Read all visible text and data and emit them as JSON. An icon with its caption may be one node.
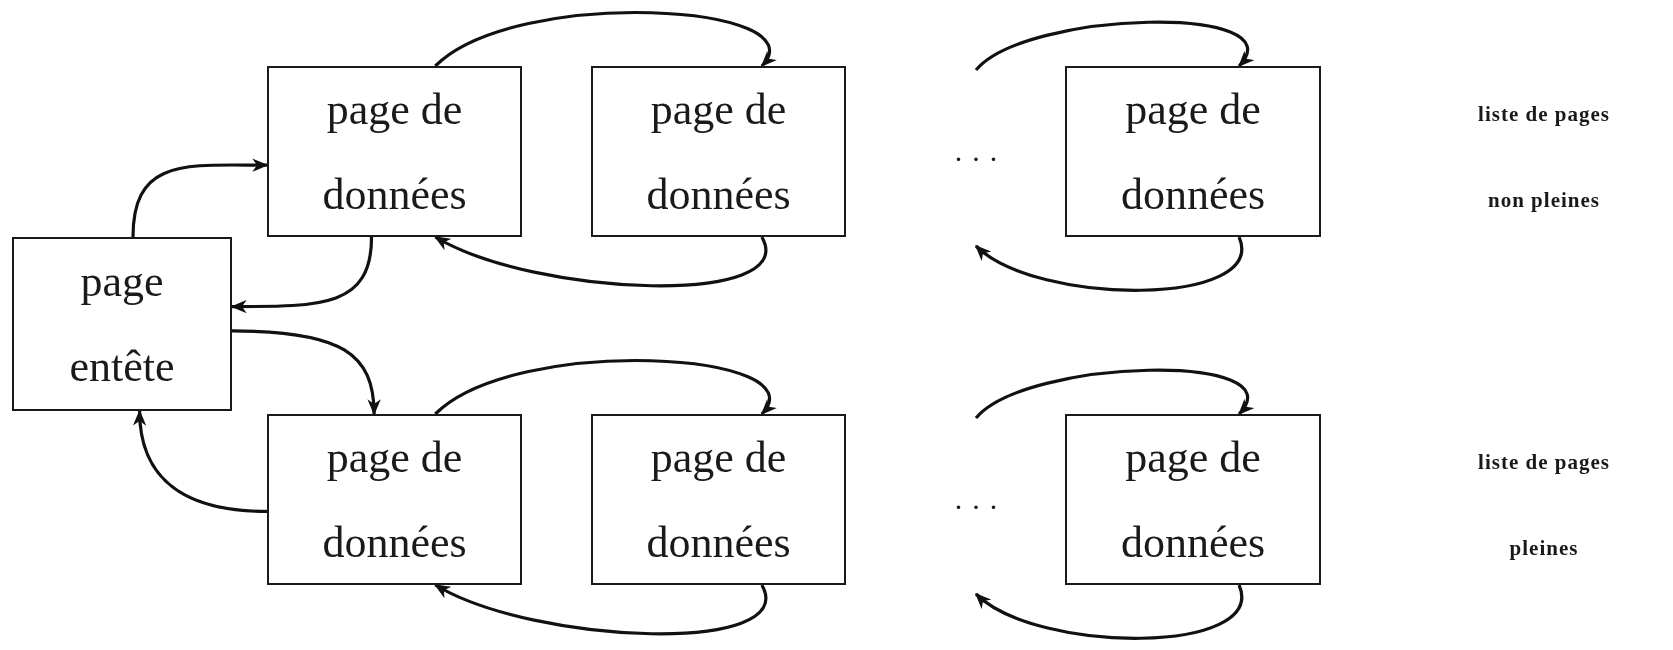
{
  "diagram": {
    "nodes": [
      {
        "text": [
          "page entête"
        ]
      },
      {
        "text": [
          "page de données"
        ]
      },
      {
        "text": [
          "page de données"
        ]
      },
      {
        "text": [
          "· · ·"
        ]
      },
      {
        "text": [
          "page de données"
        ]
      },
      {
        "text": [
          "page de données"
        ]
      },
      {
        "text": [
          "page de données"
        ]
      },
      {
        "text": [
          "· · ·"
        ]
      },
      {
        "text": [
          "page de données"
        ]
      }
    ],
    "edges": [
      {
        "from": 0,
        "to": 1,
        "arrow": "to"
      },
      {
        "from": 1,
        "to": 0,
        "arrow": "to"
      },
      {
        "from": 0,
        "to": 5,
        "arrow": "to"
      },
      {
        "from": 5,
        "to": 0,
        "arrow": "to"
      },
      {
        "from": 1,
        "to": 2,
        "arrow": "to"
      },
      {
        "from": 2,
        "to": 1,
        "arrow": "to"
      },
      {
        "from": 3,
        "to": 4,
        "arrow": "to"
      },
      {
        "from": 4,
        "to": 3,
        "arrow": "to"
      },
      {
        "from": 5,
        "to": 6,
        "arrow": "to"
      },
      {
        "from": 6,
        "to": 5,
        "arrow": "to"
      },
      {
        "from": 7,
        "to": 8,
        "arrow": "to"
      },
      {
        "from": 8,
        "to": 7,
        "arrow": "to"
      }
    ],
    "labels": [
      "liste de pages",
      "non pleines",
      "liste de pages",
      "pleines"
    ]
  }
}
